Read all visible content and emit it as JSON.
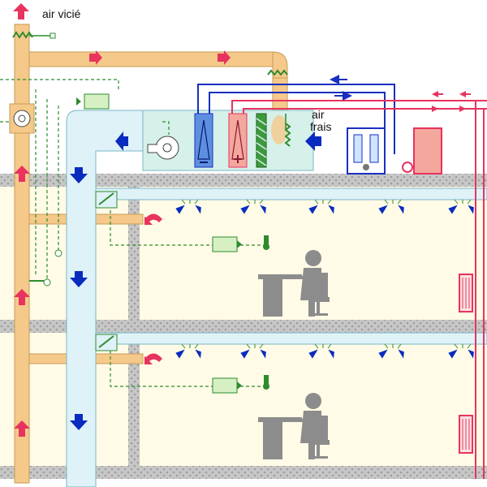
{
  "labels": {
    "exhaust_air": "air vicié",
    "fresh_air_line1": "air",
    "fresh_air_line2": "frais"
  },
  "colors": {
    "exhaust_duct": "#f5c98a",
    "exhaust_duct_edge": "#c89a55",
    "supply_duct": "#dff2f7",
    "supply_duct_edge": "#7ab7c8",
    "ahu_body": "#d6f0ea",
    "floor_slab": "#bdbdbd",
    "room_fill": "#fffbe6",
    "arrow_red": "#e8335f",
    "arrow_blue": "#0a2bbf",
    "pipe_blue": "#1a2fbf",
    "pipe_red": "#e8335f",
    "control_green": "#2e8b2e",
    "person_gray": "#8c8c8c"
  },
  "icons": [
    "exhaust-arrow-icon",
    "fan-icon",
    "cooling-coil-icon",
    "heating-coil-icon",
    "filter-icon",
    "chiller-icon",
    "boiler-icon",
    "diffuser-icon",
    "thermostat-icon",
    "damper-actuator-icon",
    "radiator-icon",
    "person-desk-icon"
  ]
}
